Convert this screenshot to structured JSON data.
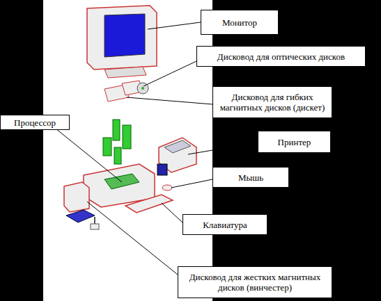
{
  "diagram": {
    "nodes": [
      {
        "text": [
          "Монитор"
        ]
      },
      {
        "text": [
          "Дисковод для оптических дисков"
        ]
      },
      {
        "text": [
          "Дисковод для гибких магнитных дисков (дискет)"
        ]
      },
      {
        "text": [
          "Процессор"
        ]
      },
      {
        "text": [
          "Принтер"
        ]
      },
      {
        "text": [
          "Мышь"
        ]
      },
      {
        "text": [
          "Клавиатура"
        ]
      },
      {
        "text": [
          "Дисковод для жестких магнитных дисков (винчестер)"
        ]
      }
    ]
  }
}
